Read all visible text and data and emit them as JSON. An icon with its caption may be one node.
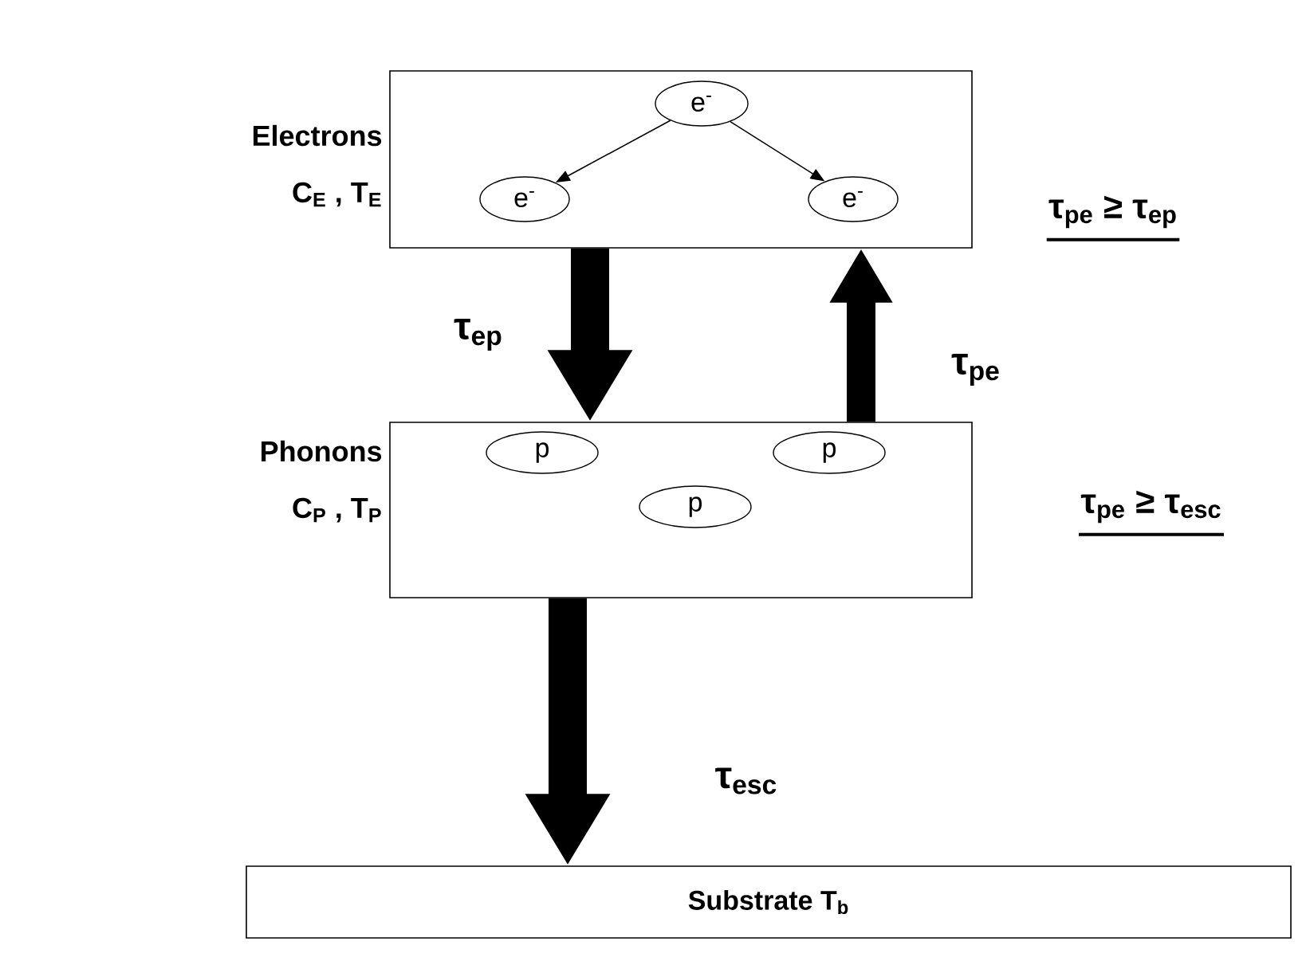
{
  "diagram": {
    "nodes": [
      {
        "text": [
          "Electrons",
          "C$_{E}$ , T$_{E}$"
        ]
      },
      {
        "text": [
          "e$^{-}$"
        ],
        "in": 0
      },
      {
        "text": [
          "e$^{-}$"
        ],
        "in": 0
      },
      {
        "text": [
          "e$^{-}$"
        ],
        "in": 0
      },
      {
        "text": [
          "Phonons",
          "C$_{P}$ , T$_{P}$"
        ]
      },
      {
        "text": [
          "p"
        ],
        "in": 4
      },
      {
        "text": [
          "p"
        ],
        "in": 4
      },
      {
        "text": [
          "p"
        ],
        "in": 4
      },
      {
        "text": [
          "Substrate T$_{b}$"
        ]
      }
    ],
    "edges": [
      {
        "from": 1,
        "to": 2,
        "arrow": "to"
      },
      {
        "from": 1,
        "to": 3,
        "arrow": "to"
      },
      {
        "from": 0,
        "to": 4,
        "arrow": "to",
        "label": "τ$_{ep}$"
      },
      {
        "from": 4,
        "to": 0,
        "arrow": "to",
        "label": "τ$_{pe}$"
      },
      {
        "from": 4,
        "to": 8,
        "arrow": "to",
        "label": "τ$_{esc}$"
      }
    ],
    "labels": [
      "τ$_{pe}$ ≥  τ$_{ep}$",
      "τ$_{pe}$ ≥ τ$_{esc}$"
    ]
  }
}
